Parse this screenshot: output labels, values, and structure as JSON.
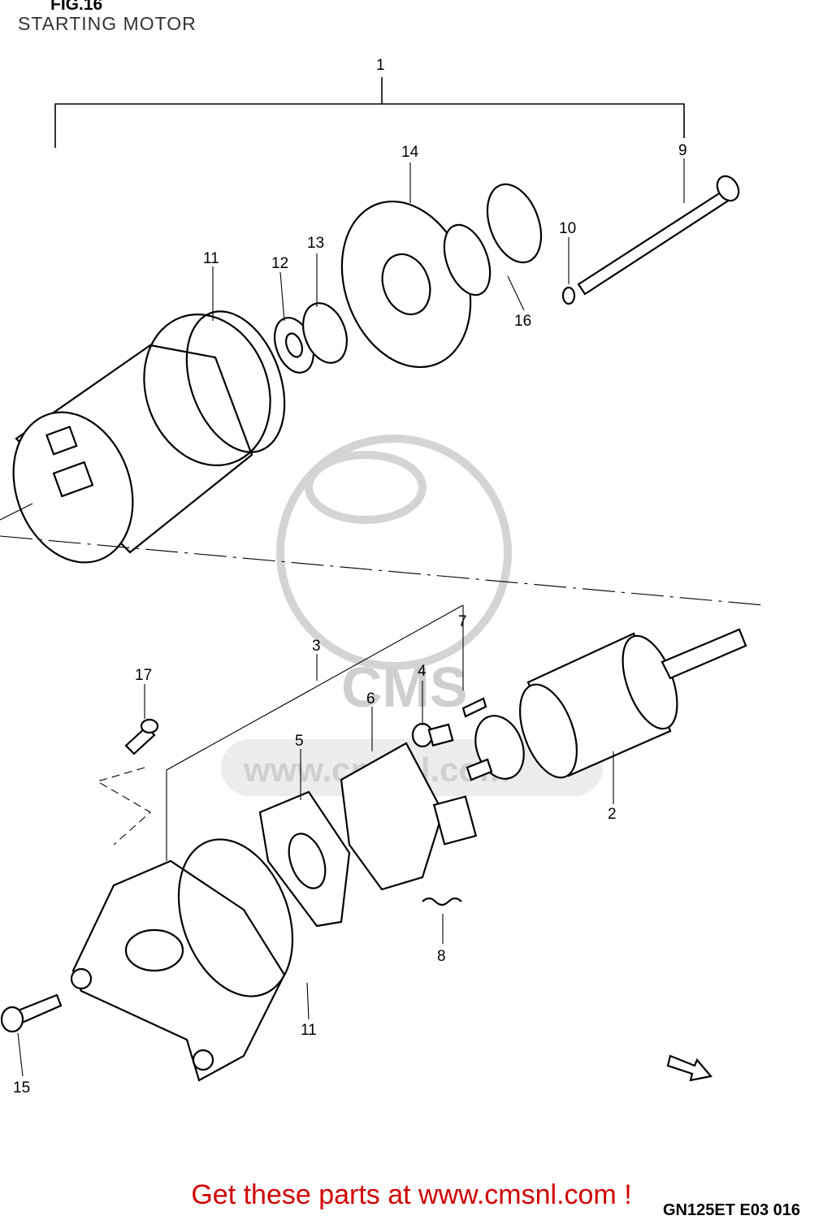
{
  "figure": {
    "number": "FIG.16",
    "title": "STARTING MOTOR"
  },
  "callouts": [
    "1",
    "14",
    "9",
    "11",
    "12",
    "13",
    "10",
    "16",
    "3",
    "7",
    "17",
    "4",
    "6",
    "5",
    "2",
    "8",
    "11",
    "15"
  ],
  "watermark": {
    "logo_text": "CMS",
    "url_text": "www.cmsnl.com"
  },
  "call_to_action": "Get these parts at www.cmsnl.com !",
  "reference_code": "GN125ET E03 016",
  "colors": {
    "cta": "#d00000",
    "watermark": "#cfcfcf",
    "line": "#000000"
  }
}
